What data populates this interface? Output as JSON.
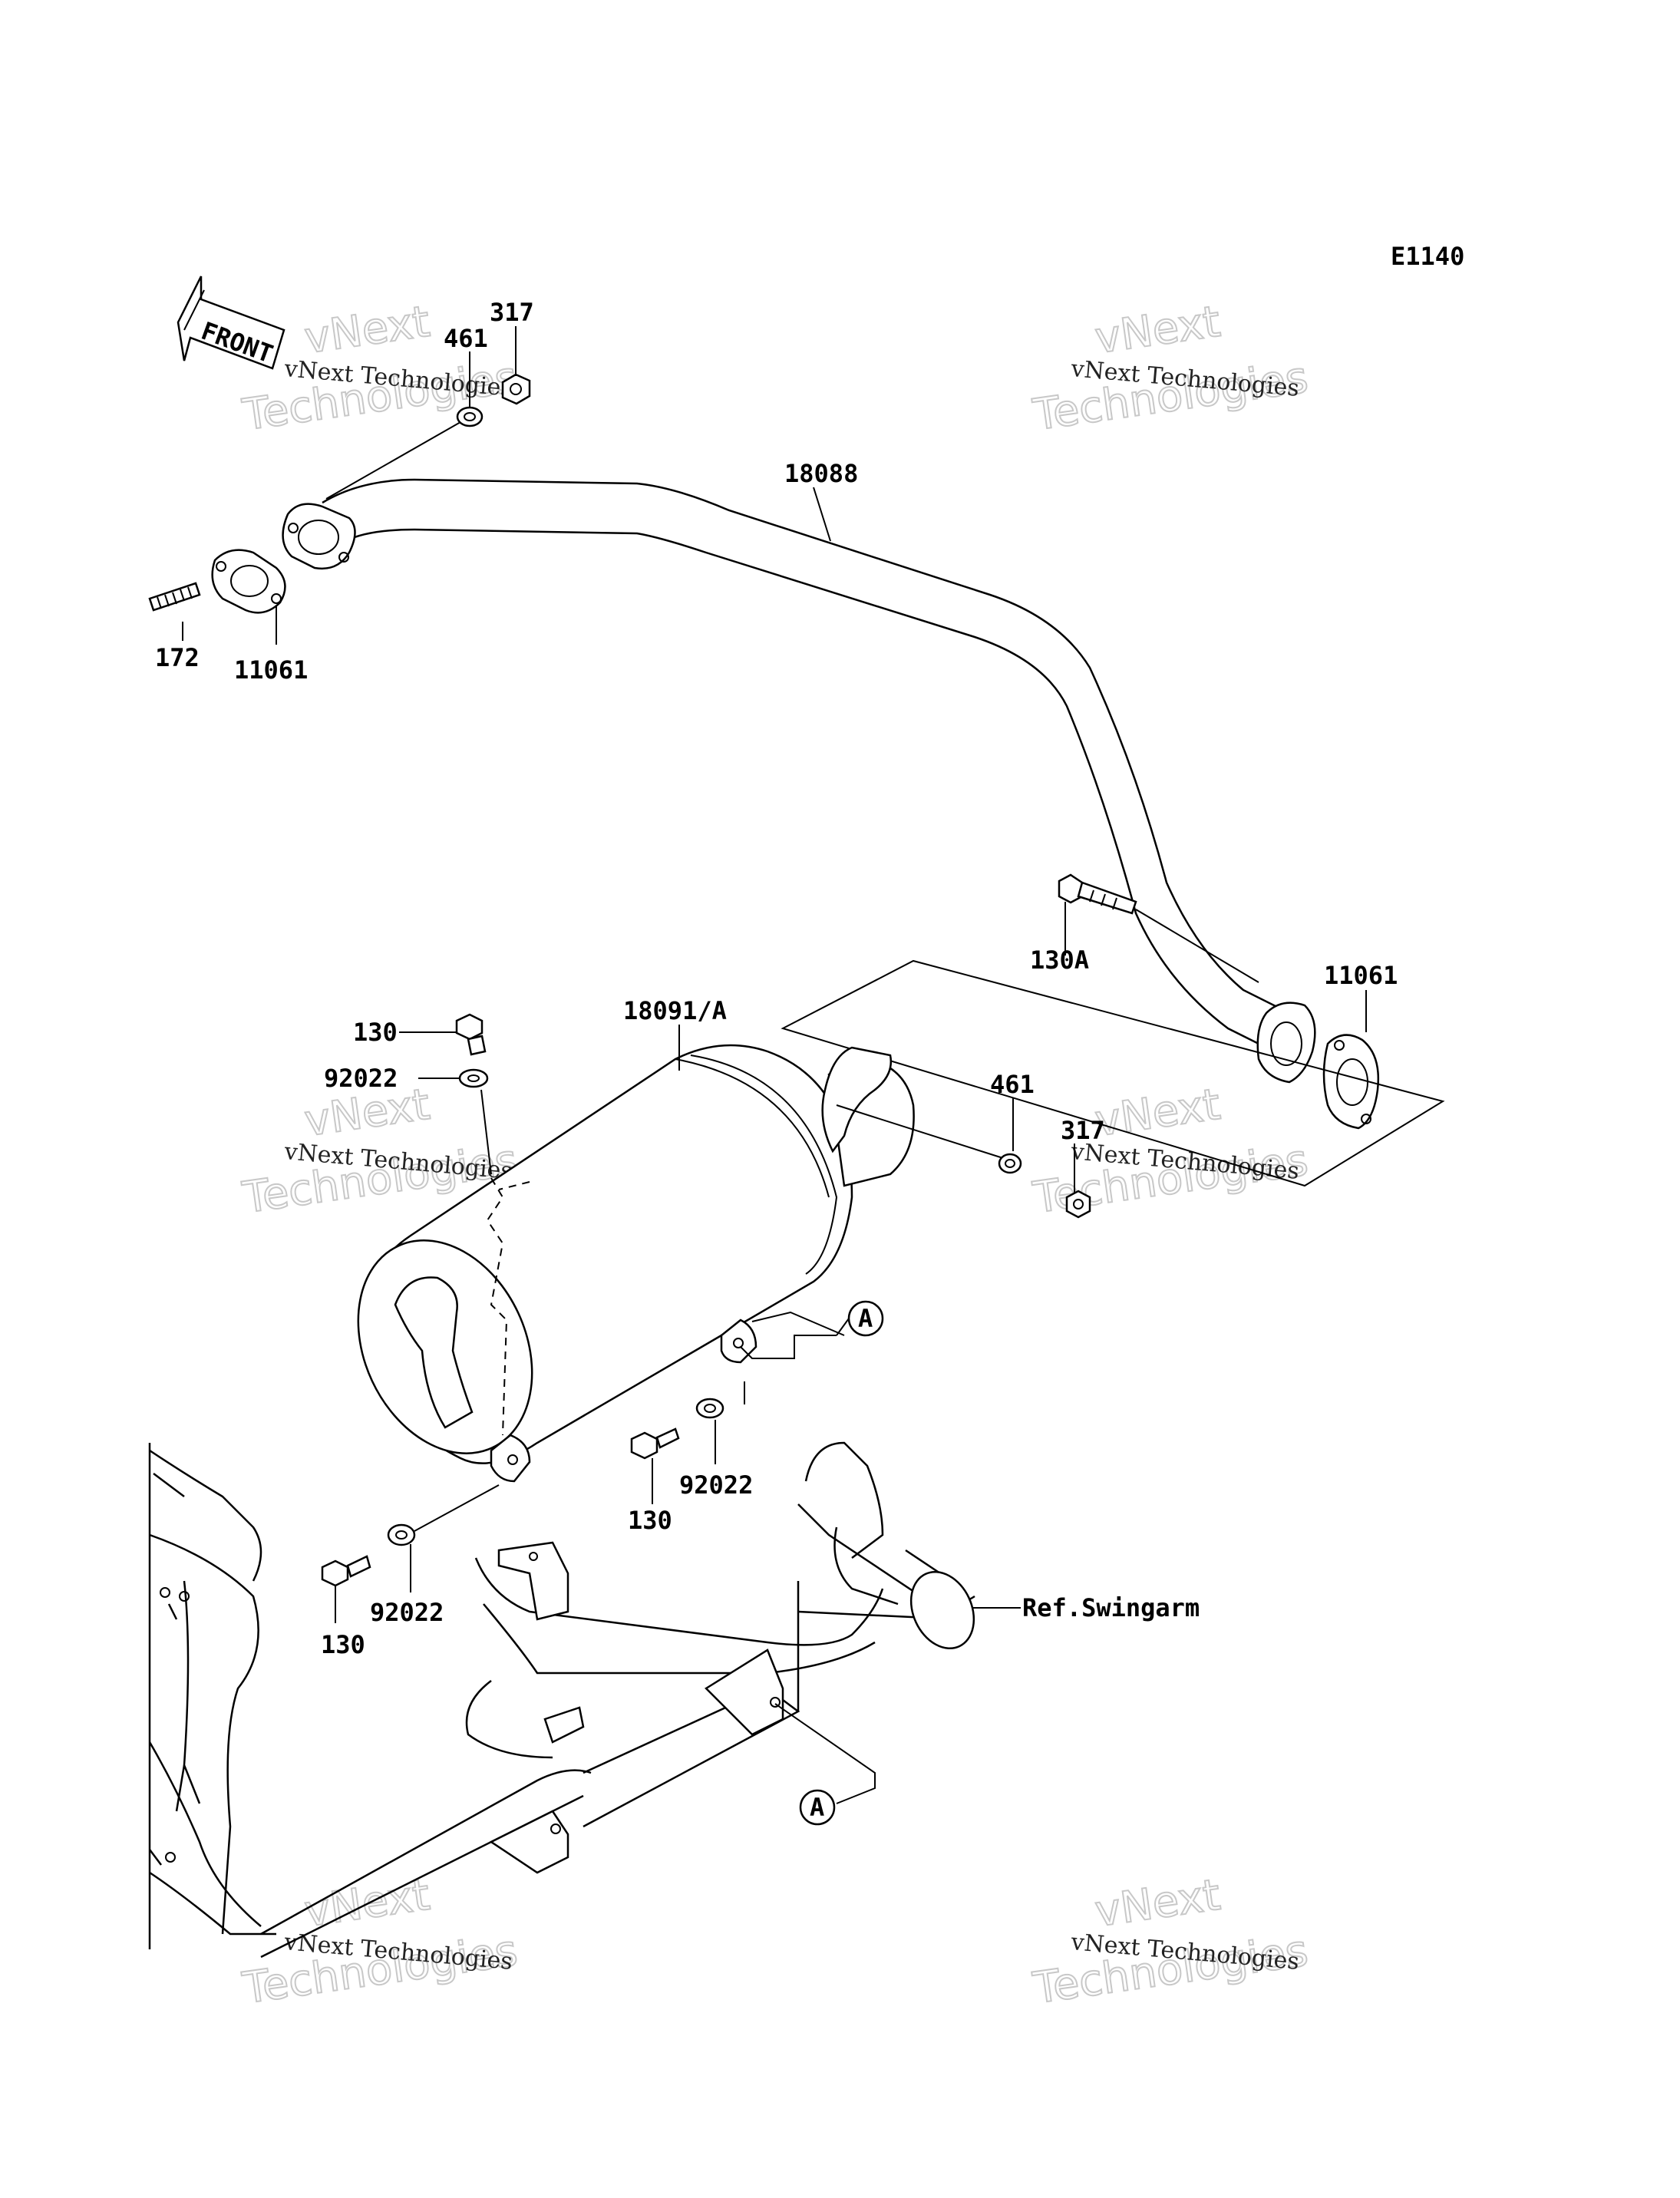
{
  "diagram_id": "E1140",
  "front_label": "FRONT",
  "reference_label": "Ref.Swingarm",
  "callout_letter": "A",
  "watermark": {
    "line1": "vNext Technologies",
    "big_line1": "vNext",
    "big_line2": "Technologies"
  },
  "parts": {
    "p317_top": "317",
    "p461_top": "461",
    "p18088": "18088",
    "p172": "172",
    "p11061_left": "11061",
    "p130A": "130A",
    "p11061_right": "11061",
    "p18091A": "18091/A",
    "p130_top": "130",
    "p92022_top": "92022",
    "p461_mid": "461",
    "p317_mid": "317",
    "p92022_mid": "92022",
    "p130_mid": "130",
    "p92022_low": "92022",
    "p130_low": "130"
  }
}
